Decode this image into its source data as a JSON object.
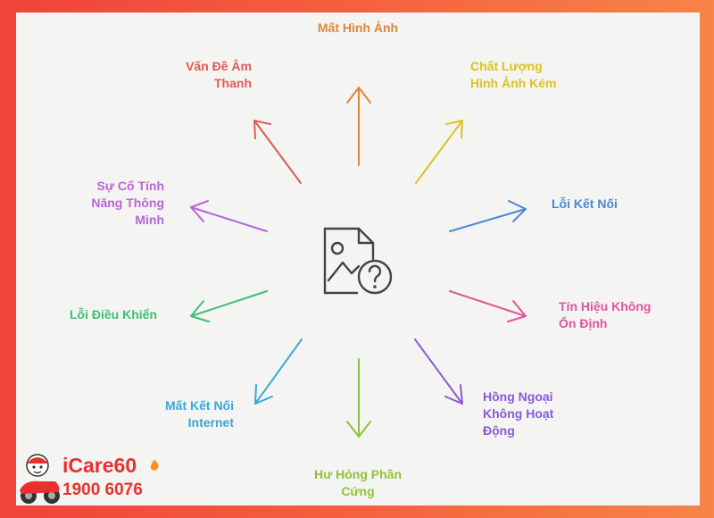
{
  "labels": {
    "top": "Mất Hình Ảnh",
    "top_right": "Chất Lượng\nHình Ảnh Kém",
    "right_upper": "Lỗi Kết Nối",
    "right_lower": "Tín Hiệu Không\nỔn Định",
    "bottom_right": "Hồng Ngoại\nKhông Hoạt\nĐộng",
    "bottom": "Hư Hỏng Phần\nCứng",
    "bottom_left": "Mất Kết Nối\nInternet",
    "left_lower": "Lỗi Điều Khiển",
    "left_upper": "Sự Cố Tính\nNăng Thông\nMinh",
    "top_left": "Vấn Đề Âm\nThanh"
  },
  "colors": {
    "top": "#e0853a",
    "top_right": "#dcc21f",
    "right_upper": "#4a87d8",
    "right_lower": "#e0559b",
    "bottom_right": "#8a5ad6",
    "bottom": "#8fc23c",
    "bottom_left": "#3aa9d5",
    "left_lower": "#3fbf74",
    "left_upper": "#b865d6",
    "top_left": "#e05a52"
  },
  "center_icon": "image-question-icon",
  "brand": {
    "name": "iCare60",
    "phone": "1900 6076"
  }
}
